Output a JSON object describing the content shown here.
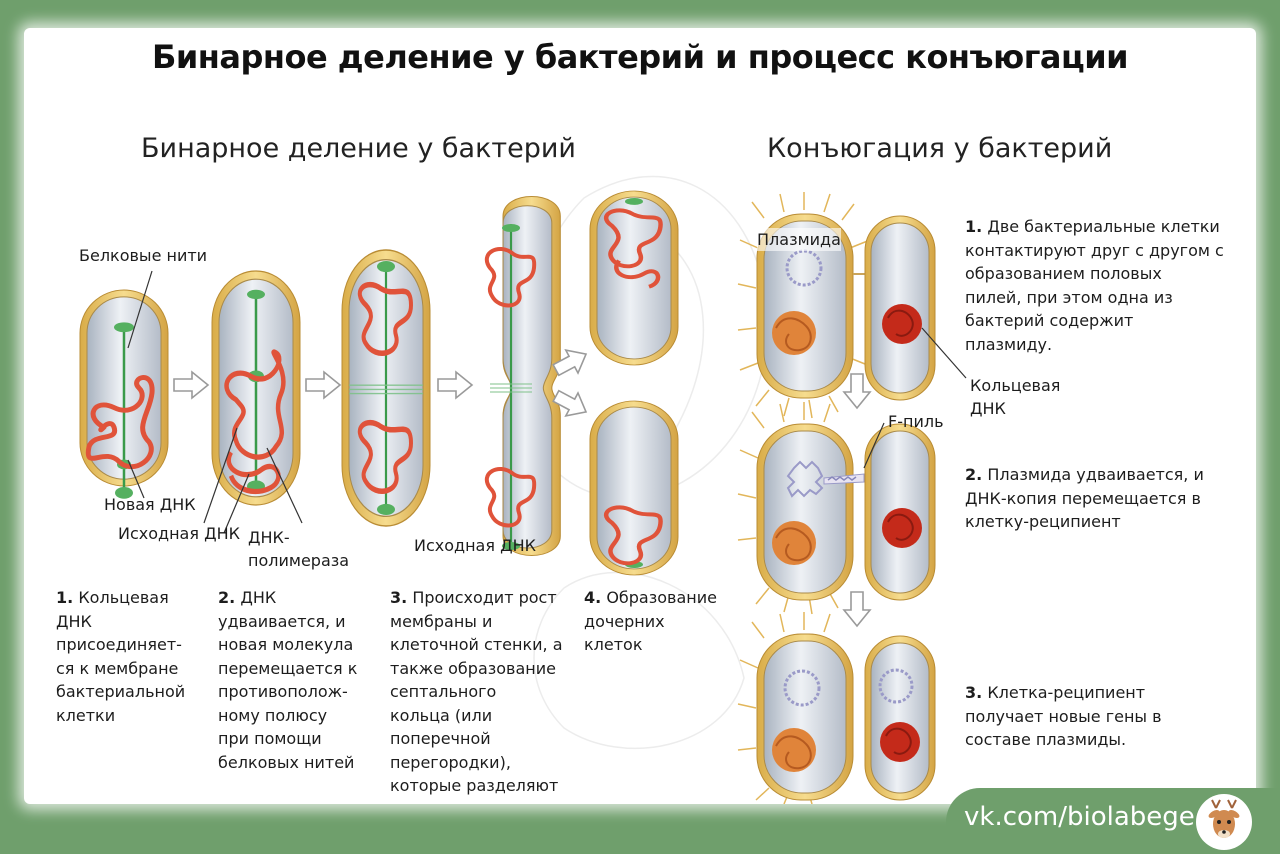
{
  "title": "Бинарное деление у бактерий и процесс конъюгации",
  "binary": {
    "heading": "Бинарное деление у бактерий",
    "labels": {
      "protein_threads": "Белковые нити",
      "new_dna": "Новая ДНК",
      "original_dna": "Исходная ДНК",
      "dna_polymerase": "ДНК-\nполимераза",
      "original_dna_2": "Исходная ДНК"
    },
    "steps": [
      {
        "num": "1.",
        "text": "Кольцевая\nДНК\nприсоединяет-\nся к мембране\nбактериальной\nклетки"
      },
      {
        "num": "2.",
        "text": "ДНК\nудваивается, и\nновая молекула\nперемещается к\nпротивополож-\nному полюсу\nпри  помощи\nбелковых нитей"
      },
      {
        "num": "3.",
        "text": "Происходит рост\nмембраны и\nклеточной стенки, а\nтакже образование\nсептального\nкольца (или\nпоперечной\nперегородки),\nкоторые разделяют\nцитоплазму."
      },
      {
        "num": "4.",
        "text": "Образование\nдочерних\nклеток"
      }
    ]
  },
  "conjugation": {
    "heading": "Конъюгация у бактерий",
    "labels": {
      "plasmid": "Плазмида",
      "circular_dna": "Кольцевая\nДНК",
      "f_pilus": "F-пиль"
    },
    "steps": [
      {
        "num": "1.",
        "text": "Две бактериальные клетки\nконтактируют друг с другом с\nобразованием половых\nпилей, при этом одна из\nбактерий содержит\nплазмиду."
      },
      {
        "num": "2.",
        "text": "Плазмида удваивается, и\nДНК-копия перемещается в\nклетку-реципиент"
      },
      {
        "num": "3.",
        "text": "Клетка-реципиент\nполучает новые гены в\nсоставе плазмиды."
      }
    ]
  },
  "footer": {
    "site": "vk.com/biolabege"
  },
  "colors": {
    "background": "#6f9f6c",
    "cell_wall": "#e8c46a",
    "dna": "#e0533a",
    "thread": "#3a9a4a",
    "donor_dna": "#e07a3a",
    "recipient_dna": "#c42a1a"
  }
}
